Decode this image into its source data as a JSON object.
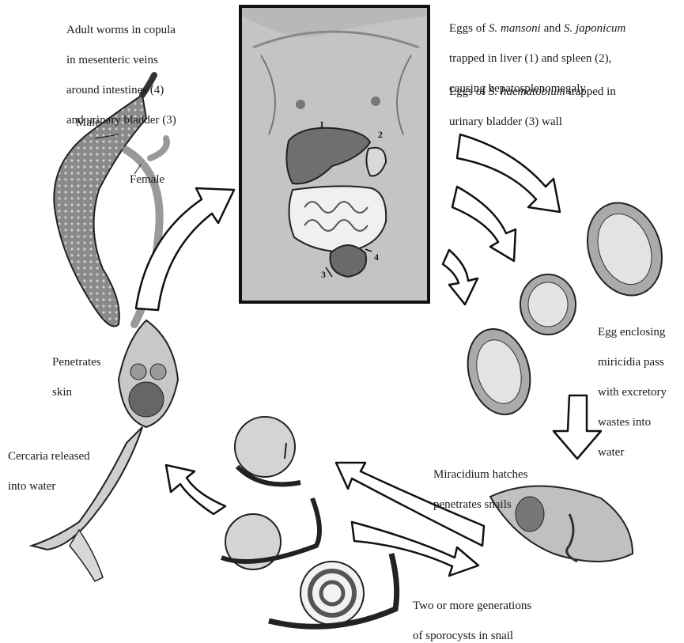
{
  "labels": {
    "adult_worms": [
      "Adult worms in copula",
      "in mesenteric veins",
      "around intestines (4)",
      "and urinary bladder (3)"
    ],
    "male": "Male",
    "female": "Female",
    "eggs_mansoni": {
      "prefix": "Eggs of ",
      "species1": "S. mansoni",
      "and": " and ",
      "species2": "S. japonicum",
      "line2": "trapped in liver (1) and spleen (2),",
      "line3": "causing hepatosplenomegaly"
    },
    "eggs_haematobium": {
      "prefix": "Eggs of ",
      "species": "S. haematobium",
      "suffix": " trapped in",
      "line2": "urinary bladder (3) wall"
    },
    "egg_miracidia": [
      "Egg enclosing",
      "miricidia pass",
      "with excretory",
      "wastes into",
      "water"
    ],
    "miracidium": [
      "Miracidium hatches",
      "penetrates snails"
    ],
    "sporocysts": [
      "Two or more generations",
      "of sporocysts in snail"
    ],
    "cercaria": [
      "Cercaria released",
      "into water"
    ],
    "penetrates": [
      "Penetrates",
      "skin"
    ]
  },
  "organ_numbers": {
    "liver": "1",
    "spleen": "2",
    "bladder": "3",
    "intestines": "4"
  },
  "colors": {
    "ink": "#1a1a1a",
    "skin": "#b5b5b5",
    "dark": "#555555",
    "organ": "#7a7a7a",
    "paper": "#ffffff"
  }
}
